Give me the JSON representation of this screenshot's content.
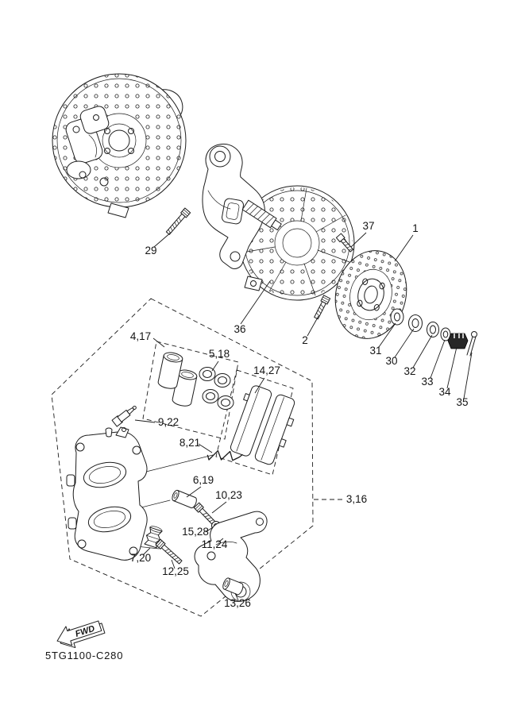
{
  "diagram": {
    "code": "5TG1100-C280",
    "fwd": "FWD",
    "colors": {
      "line": "#1c1c1c",
      "background": "#ffffff",
      "dark_part": "#262626"
    },
    "labels": [
      {
        "part": "flange-bolt",
        "text": "29"
      },
      {
        "part": "disc-guard",
        "text": "36"
      },
      {
        "part": "guard-bolt",
        "text": "37"
      },
      {
        "part": "brake-disc",
        "text": "1"
      },
      {
        "part": "disc-bolt",
        "text": "2"
      },
      {
        "part": "washer",
        "text": "31"
      },
      {
        "part": "spacer",
        "text": "30"
      },
      {
        "part": "washer-plate",
        "text": "32"
      },
      {
        "part": "washer-cone",
        "text": "33"
      },
      {
        "part": "castle-nut",
        "text": "34"
      },
      {
        "part": "cotter-pin",
        "text": "35"
      },
      {
        "part": "caliper-assy",
        "text": "4,17"
      },
      {
        "part": "seal-kit",
        "text": "5,18"
      },
      {
        "part": "brake-pad-kit",
        "text": "14,27"
      },
      {
        "part": "bleed-screw",
        "text": "9,22"
      },
      {
        "part": "pad-spring",
        "text": "8,21"
      },
      {
        "part": "slide-bushing",
        "text": "6,19"
      },
      {
        "part": "caliper-bolt-upper",
        "text": "10,23"
      },
      {
        "part": "seal-washer",
        "text": "15,28"
      },
      {
        "part": "small-screw",
        "text": "11,24"
      },
      {
        "part": "dust-boot",
        "text": "7,20"
      },
      {
        "part": "caliper-bolt-lower",
        "text": "12,25"
      },
      {
        "part": "collar",
        "text": "13,26"
      },
      {
        "part": "caliper-bracket",
        "text": "3,16"
      }
    ]
  }
}
